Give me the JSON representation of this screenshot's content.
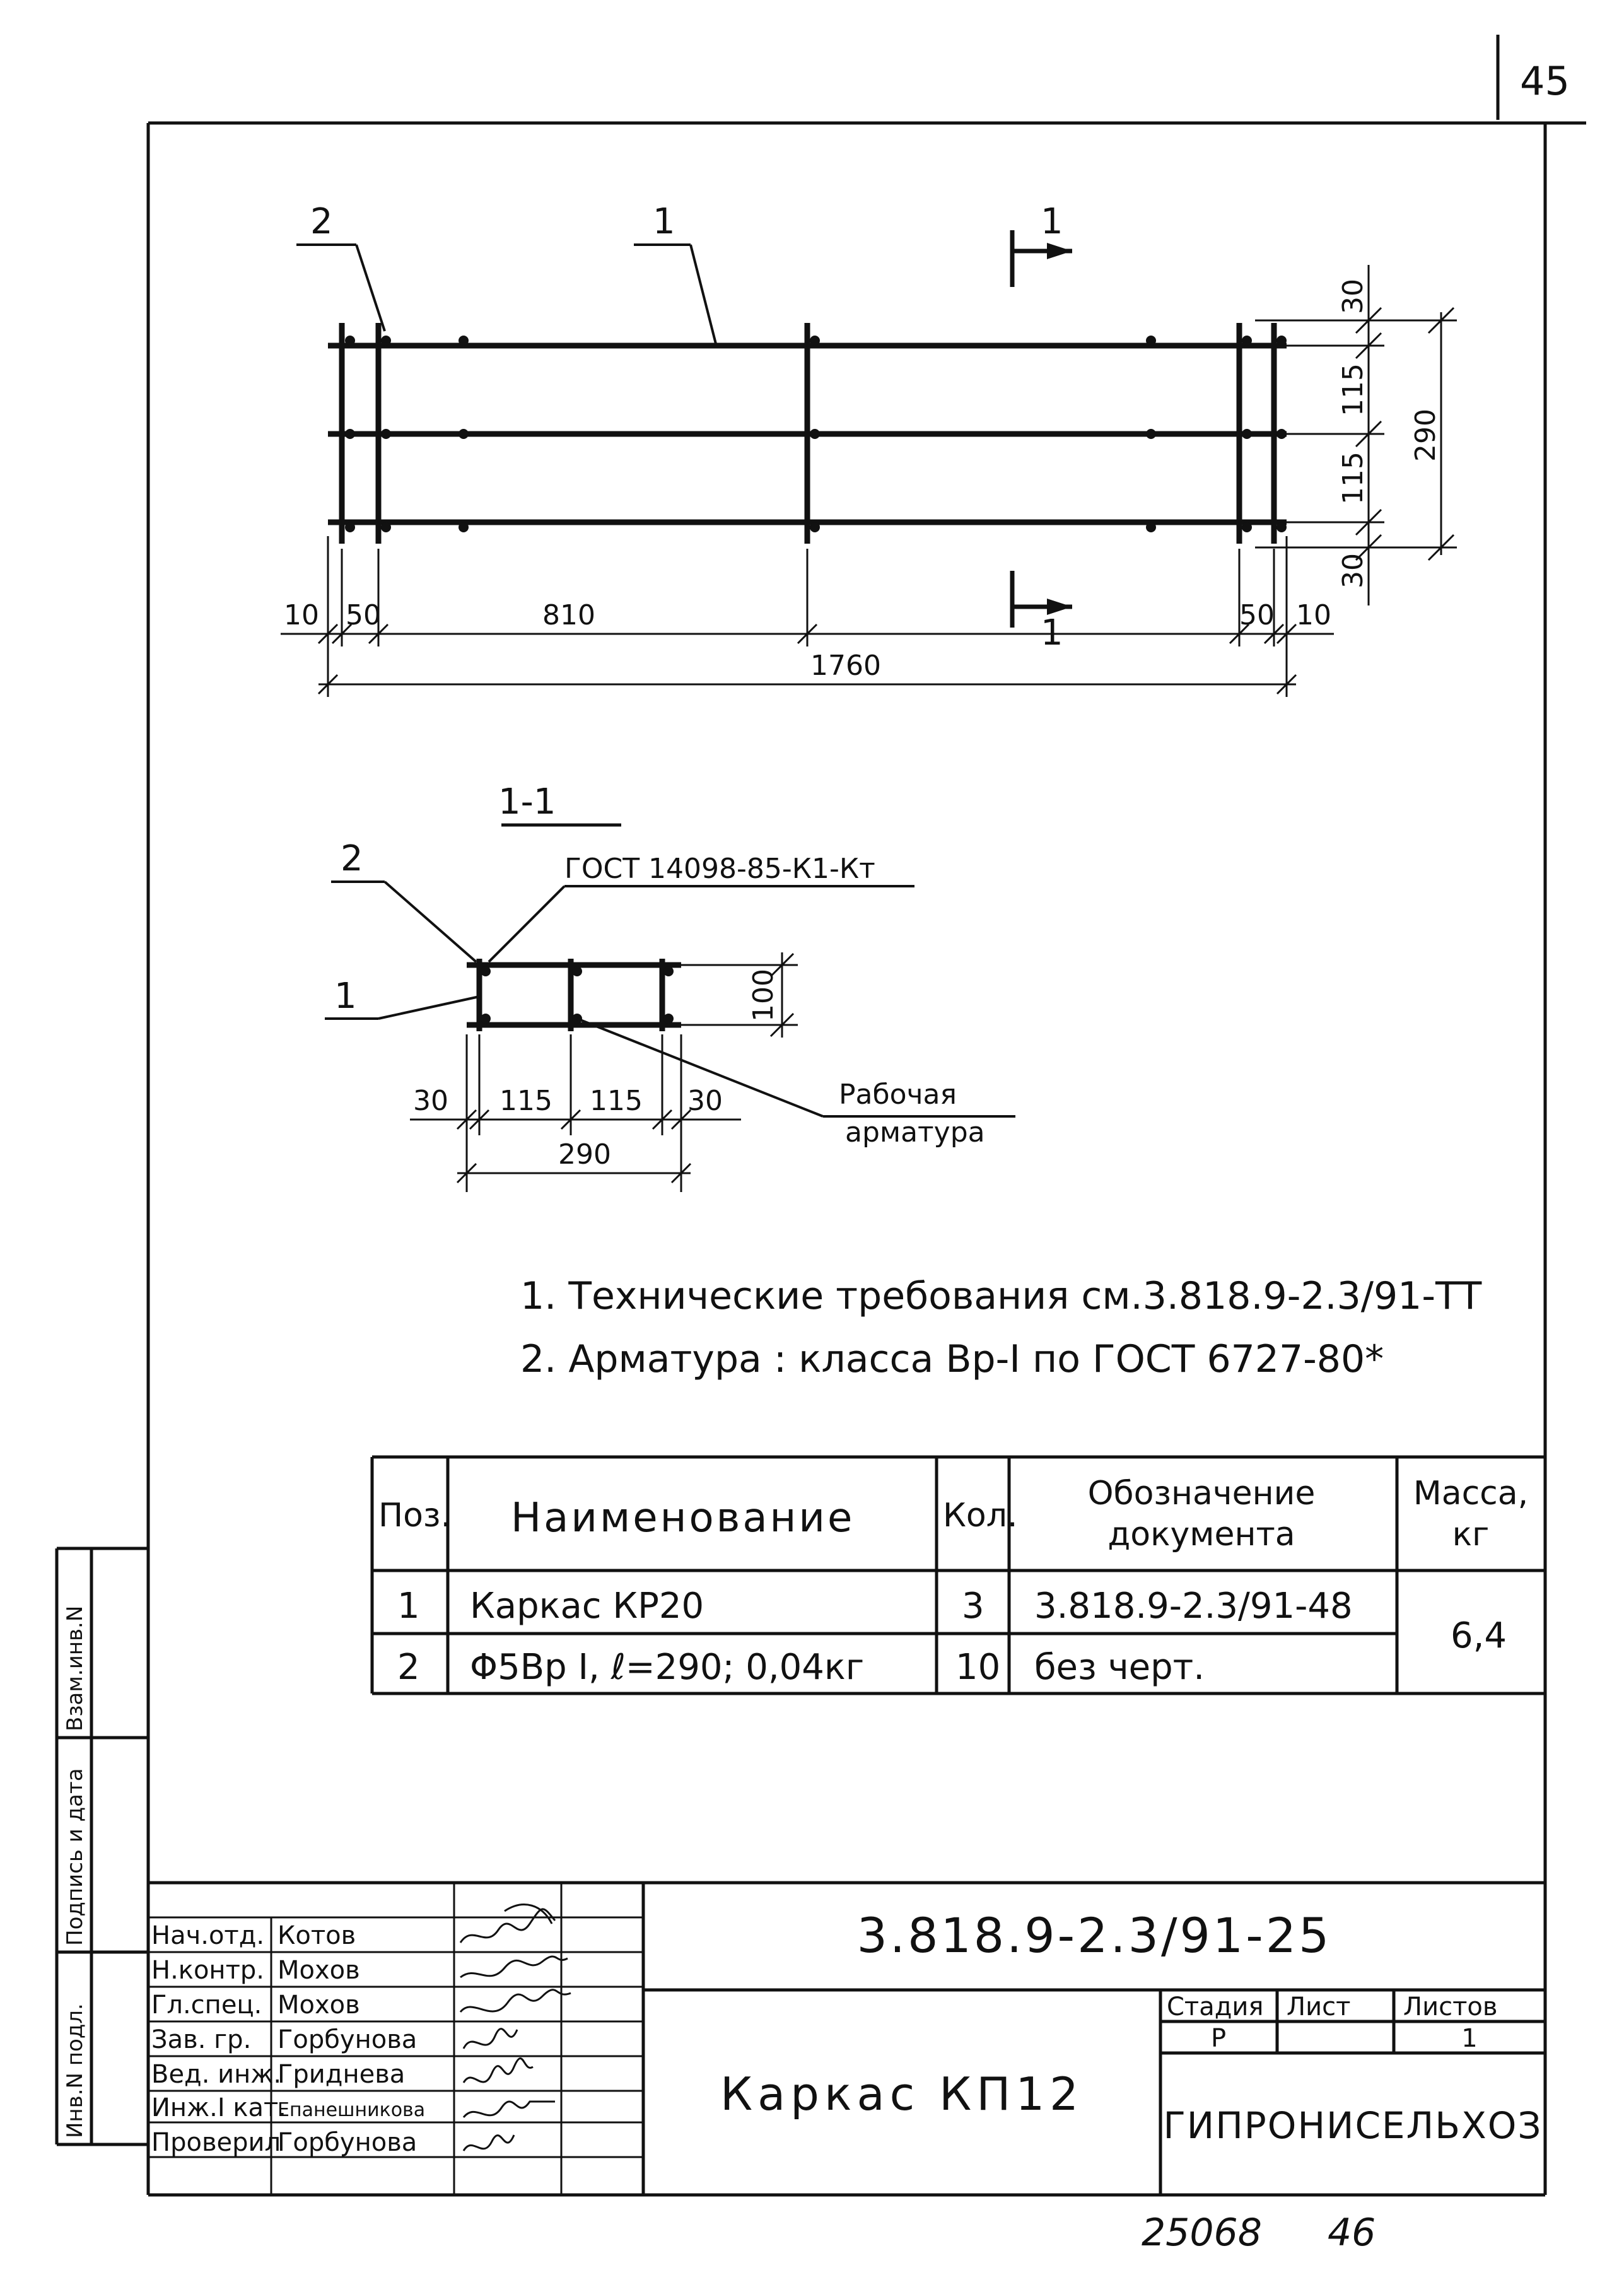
{
  "page_number": "45",
  "plan_view": {
    "callouts": {
      "pos2": "2",
      "pos1": "1",
      "section_top": "1",
      "section_bottom": "1"
    },
    "dimensions_right": [
      "30",
      "115",
      "115",
      "30"
    ],
    "dimension_total_right": "290",
    "dimensions_bottom": [
      "10",
      "50",
      "810",
      "50",
      "10"
    ],
    "dimension_total_bottom": "1760"
  },
  "section_view": {
    "title": "1-1",
    "callout_pos2": "2",
    "callout_pos1": "1",
    "weld_label": "ГОСТ 14098-85-К1-Кт",
    "height_dim": "100",
    "dims_bottom": [
      "30",
      "115",
      "115",
      "30"
    ],
    "dim_total": "290",
    "working_label_line1": "Рабочая",
    "working_label_line2": "арматура"
  },
  "notes": [
    "1. Технические требования см.3.818.9-2.3/91-ТТ",
    "2. Арматура : класса Bp-I по ГОСТ 6727-80*"
  ],
  "spec_table": {
    "headers": {
      "pos": "Поз.",
      "name": "Наименование",
      "qty": "Кол.",
      "doc_line1": "Обозначение",
      "doc_line2": "документа",
      "mass_line1": "Масса,",
      "mass_line2": "кг"
    },
    "rows": [
      {
        "pos": "1",
        "name": "Каркас КР20",
        "qty": "3",
        "doc": "3.818.9-2.3/91-48"
      },
      {
        "pos": "2",
        "name": "Φ5Bp I, ℓ=290; 0,04кг",
        "qty": "10",
        "doc": "без черт."
      }
    ],
    "mass": "6,4"
  },
  "title_block": {
    "roles": [
      "Нач.отд.",
      "Н.контр.",
      "Гл.спец.",
      "Зав. гр.",
      "Вед. инж.",
      "Инж.I кат.",
      "Проверил"
    ],
    "names": [
      "Котов",
      "Мохов",
      "Мохов",
      "Горбунова",
      "Гриднева",
      "Епанешникова",
      "Горбунова"
    ],
    "doc_code": "3.818.9-2.3/91-25",
    "title": "Каркас КП12",
    "stage_label": "Стадия",
    "sheet_label": "Лист",
    "sheets_label": "Листов",
    "stage_value": "Р",
    "sheet_value": "",
    "sheets_value": "1",
    "organization": "ГИПРОНИСЕЛЬХОЗ"
  },
  "side_stamp": [
    "Взам.инв.N",
    "Подпись и дата",
    "Инв.N подл."
  ],
  "footer": {
    "inventory": "25068",
    "sheet": "46"
  }
}
